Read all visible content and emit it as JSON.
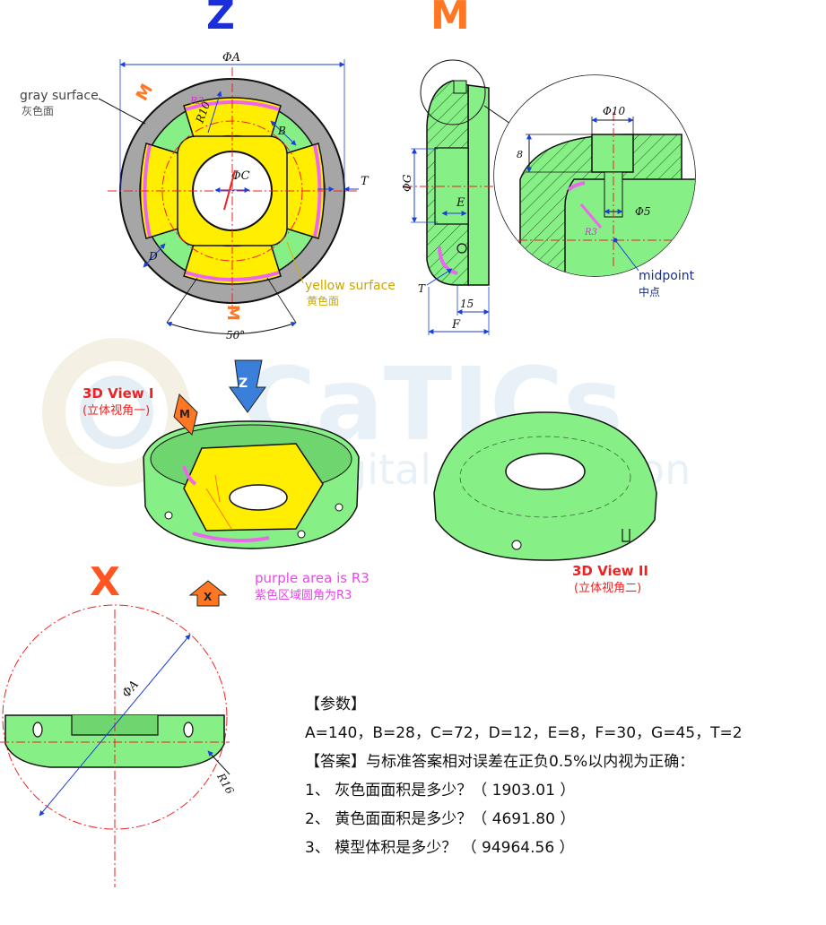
{
  "views": {
    "z": "Z",
    "m": "M",
    "x": "X"
  },
  "labels": {
    "gray_en": "gray surface",
    "gray_cn": "灰色面",
    "yellow_en": "yellow surface",
    "yellow_cn": "黄色面",
    "midpoint_en": "midpoint",
    "midpoint_cn": "中点",
    "view1_en": "3D View I",
    "view1_cn": "(立体视角一)",
    "view2_en": "3D View II",
    "view2_cn": "(立体视角二)",
    "purple_en": "purple area is R3",
    "purple_cn": "紫色区域圆角为R3"
  },
  "dims": {
    "phiA": "ΦA",
    "r10": "R10",
    "r3": "R3",
    "b": "B",
    "phiC": "ΦC",
    "t": "T",
    "d": "D",
    "angle": "50°",
    "phiG": "ΦG",
    "e": "E",
    "f": "F",
    "d15": "15",
    "phi10": "Φ10",
    "d8": "8",
    "phi5": "Φ5",
    "r16": "R16"
  },
  "watermark": {
    "brand": "CaTICs",
    "sub": "gital competition"
  },
  "params": {
    "heading": "【参数】",
    "values": "A=140，B=28，C=72，D=12，E=8，F=30，G=45，T=2",
    "answer_note": "【答案】与标准答案相对误差在正负0.5%以内视为正确：",
    "q1": "1、 灰色面面积是多少？（ 1903.01 ）",
    "q2": "2、 黄色面面积是多少？（ 4691.80 ）",
    "q3": "3、 模型体积是多少？ （ 94964.56 ）"
  },
  "colors": {
    "green": "#86ef86",
    "yellow": "#ffee00",
    "gray": "#a6a6a6",
    "purple": "#ee66ee",
    "dim_blue": "#1a3fd9",
    "view_red": "#ee2222",
    "orange": "#ff7722"
  }
}
